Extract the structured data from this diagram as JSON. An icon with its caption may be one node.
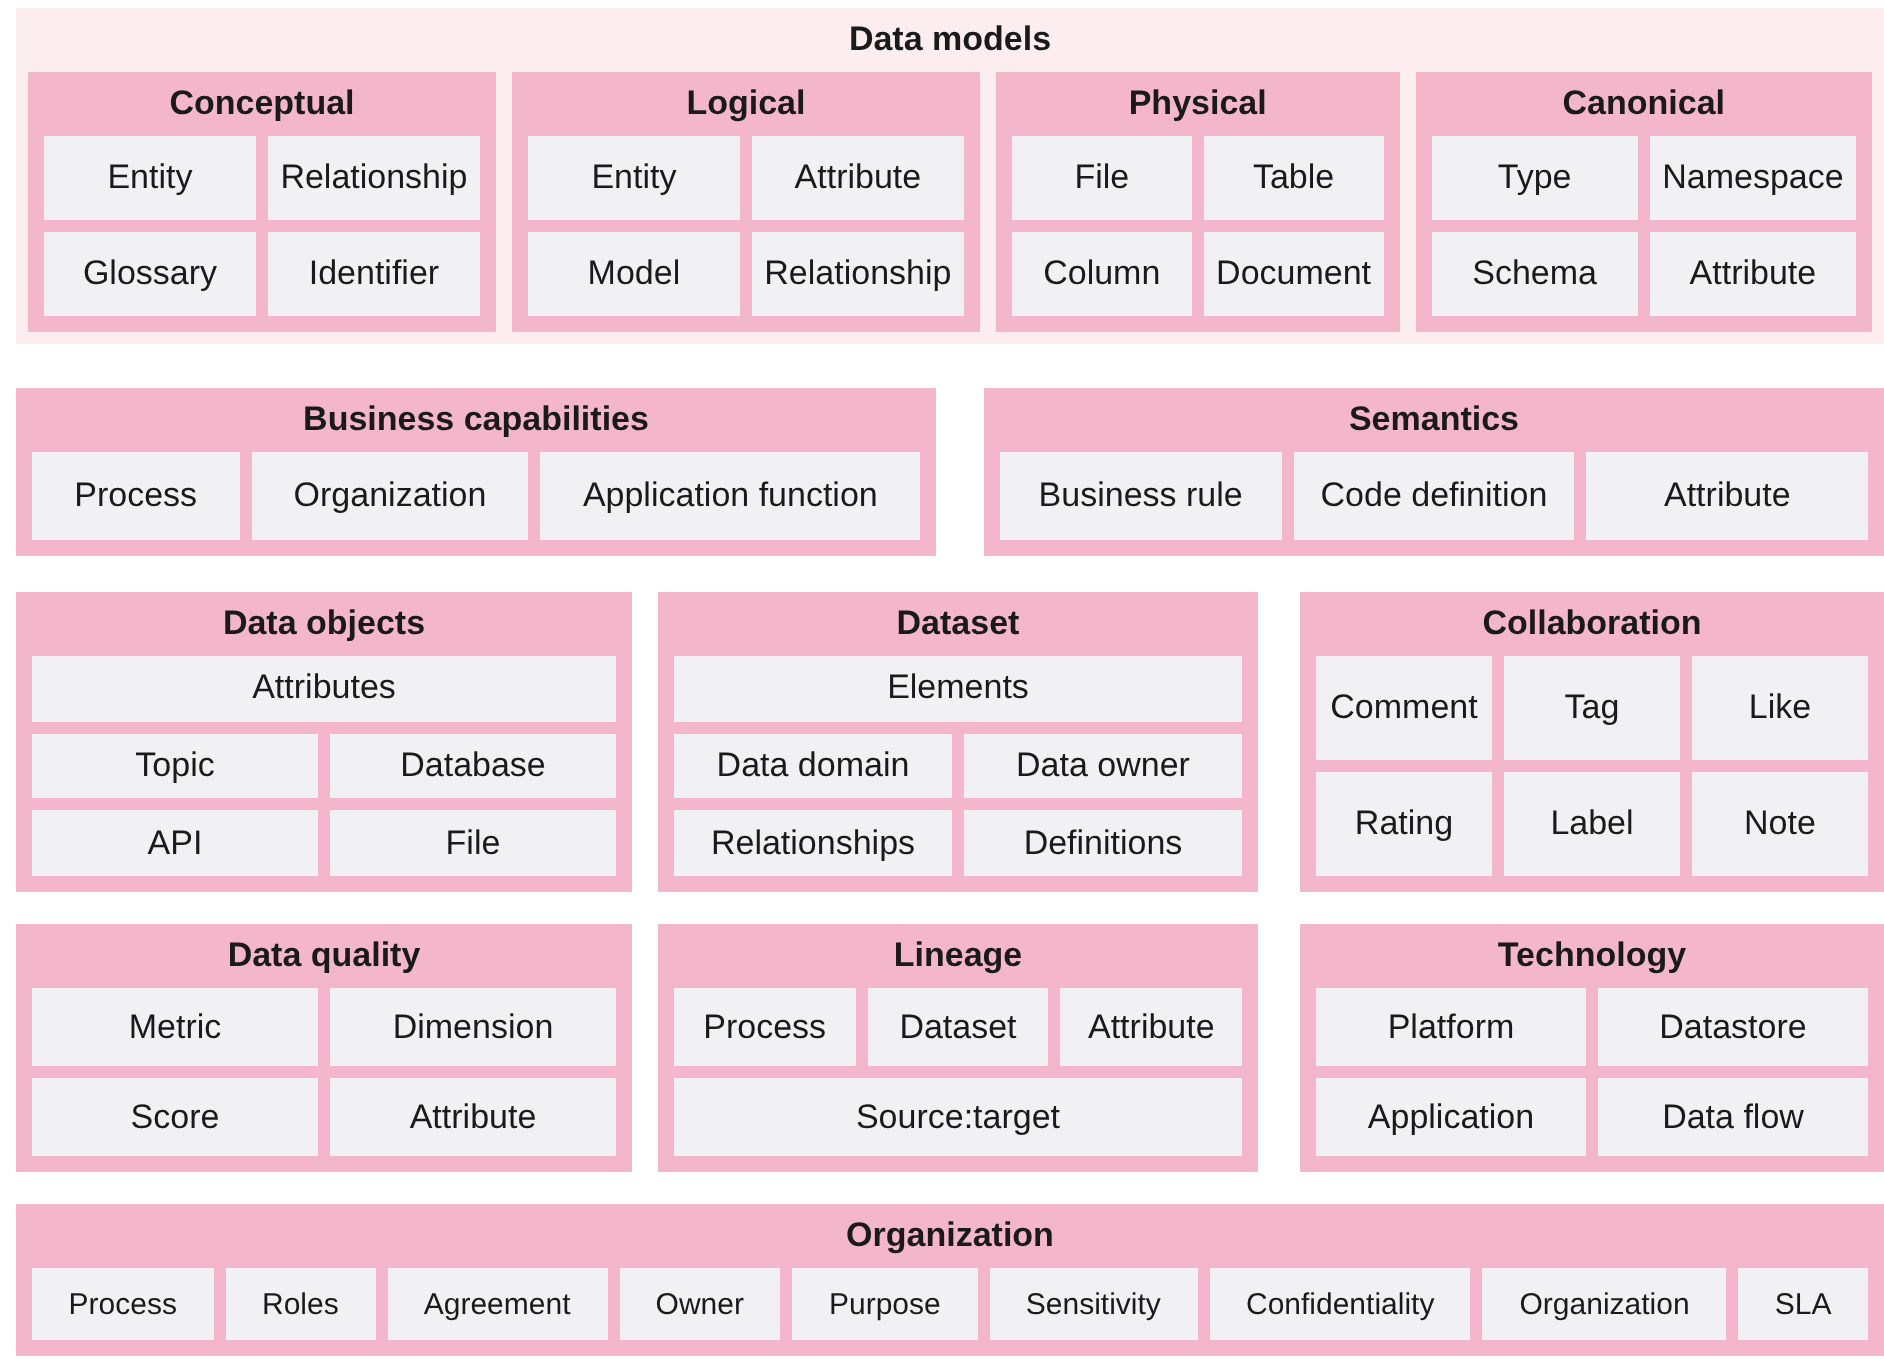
{
  "diagram": {
    "nodes": [
      {
        "text": [
          "Data models"
        ]
      },
      {
        "text": [
          "Conceptual"
        ],
        "in": 0
      },
      {
        "text": [
          "Entity"
        ],
        "in": 1
      },
      {
        "text": [
          "Relationship"
        ],
        "in": 1
      },
      {
        "text": [
          "Glossary"
        ],
        "in": 1
      },
      {
        "text": [
          "Identifier"
        ],
        "in": 1
      },
      {
        "text": [
          "Logical"
        ],
        "in": 0
      },
      {
        "text": [
          "Entity"
        ],
        "in": 6
      },
      {
        "text": [
          "Attribute"
        ],
        "in": 6
      },
      {
        "text": [
          "Model"
        ],
        "in": 6
      },
      {
        "text": [
          "Relationship"
        ],
        "in": 6
      },
      {
        "text": [
          "Physical"
        ],
        "in": 0
      },
      {
        "text": [
          "File"
        ],
        "in": 11
      },
      {
        "text": [
          "Table"
        ],
        "in": 11
      },
      {
        "text": [
          "Column"
        ],
        "in": 11
      },
      {
        "text": [
          "Document"
        ],
        "in": 11
      },
      {
        "text": [
          "Canonical"
        ],
        "in": 0
      },
      {
        "text": [
          "Type"
        ],
        "in": 16
      },
      {
        "text": [
          "Namespace"
        ],
        "in": 16
      },
      {
        "text": [
          "Schema"
        ],
        "in": 16
      },
      {
        "text": [
          "Attribute"
        ],
        "in": 16
      },
      {
        "text": [
          "Business capabilities"
        ]
      },
      {
        "text": [
          "Process"
        ],
        "in": 21
      },
      {
        "text": [
          "Organization"
        ],
        "in": 21
      },
      {
        "text": [
          "Application function"
        ],
        "in": 21
      },
      {
        "text": [
          "Semantics"
        ]
      },
      {
        "text": [
          "Business rule"
        ],
        "in": 25
      },
      {
        "text": [
          "Code definition"
        ],
        "in": 25
      },
      {
        "text": [
          "Attribute"
        ],
        "in": 25
      },
      {
        "text": [
          "Data objects"
        ]
      },
      {
        "text": [
          "Attributes"
        ],
        "in": 29
      },
      {
        "text": [
          "Topic"
        ],
        "in": 29
      },
      {
        "text": [
          "Database"
        ],
        "in": 29
      },
      {
        "text": [
          "API"
        ],
        "in": 29
      },
      {
        "text": [
          "File"
        ],
        "in": 29
      },
      {
        "text": [
          "Dataset"
        ]
      },
      {
        "text": [
          "Elements"
        ],
        "in": 35
      },
      {
        "text": [
          "Data domain"
        ],
        "in": 35
      },
      {
        "text": [
          "Data owner"
        ],
        "in": 35
      },
      {
        "text": [
          "Relationships"
        ],
        "in": 35
      },
      {
        "text": [
          "Definitions"
        ],
        "in": 35
      },
      {
        "text": [
          "Collaboration"
        ]
      },
      {
        "text": [
          "Comment"
        ],
        "in": 41
      },
      {
        "text": [
          "Tag"
        ],
        "in": 41
      },
      {
        "text": [
          "Like"
        ],
        "in": 41
      },
      {
        "text": [
          "Rating"
        ],
        "in": 41
      },
      {
        "text": [
          "Label"
        ],
        "in": 41
      },
      {
        "text": [
          "Note"
        ],
        "in": 41
      },
      {
        "text": [
          "Data quality"
        ]
      },
      {
        "text": [
          "Metric"
        ],
        "in": 48
      },
      {
        "text": [
          "Dimension"
        ],
        "in": 48
      },
      {
        "text": [
          "Score"
        ],
        "in": 48
      },
      {
        "text": [
          "Attribute"
        ],
        "in": 48
      },
      {
        "text": [
          "Lineage"
        ]
      },
      {
        "text": [
          "Process"
        ],
        "in": 53
      },
      {
        "text": [
          "Dataset"
        ],
        "in": 53
      },
      {
        "text": [
          "Attribute"
        ],
        "in": 53
      },
      {
        "text": [
          "Source:target"
        ],
        "in": 53
      },
      {
        "text": [
          "Technology"
        ]
      },
      {
        "text": [
          "Platform"
        ],
        "in": 58
      },
      {
        "text": [
          "Datastore"
        ],
        "in": 58
      },
      {
        "text": [
          "Application"
        ],
        "in": 58
      },
      {
        "text": [
          "Data flow"
        ],
        "in": 58
      },
      {
        "text": [
          "Organization"
        ]
      },
      {
        "text": [
          "Process"
        ],
        "in": 63
      },
      {
        "text": [
          "Roles"
        ],
        "in": 63
      },
      {
        "text": [
          "Agreement"
        ],
        "in": 63
      },
      {
        "text": [
          "Owner"
        ],
        "in": 63
      },
      {
        "text": [
          "Purpose"
        ],
        "in": 63
      },
      {
        "text": [
          "Sensitivity"
        ],
        "in": 63
      },
      {
        "text": [
          "Confidentiality"
        ],
        "in": 63
      },
      {
        "text": [
          "Organization"
        ],
        "in": 63
      },
      {
        "text": [
          "SLA"
        ],
        "in": 63
      }
    ]
  }
}
